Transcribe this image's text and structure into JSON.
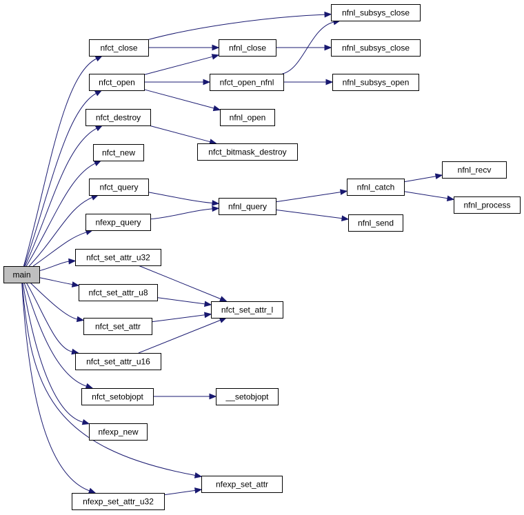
{
  "nodes": [
    {
      "id": "main",
      "label": "main"
    },
    {
      "id": "nfct_close",
      "label": "nfct_close"
    },
    {
      "id": "nfct_open",
      "label": "nfct_open"
    },
    {
      "id": "nfct_destroy",
      "label": "nfct_destroy"
    },
    {
      "id": "nfct_new",
      "label": "nfct_new"
    },
    {
      "id": "nfct_query",
      "label": "nfct_query"
    },
    {
      "id": "nfexp_query",
      "label": "nfexp_query"
    },
    {
      "id": "nfct_set_attr_u32",
      "label": "nfct_set_attr_u32"
    },
    {
      "id": "nfct_set_attr_u8",
      "label": "nfct_set_attr_u8"
    },
    {
      "id": "nfct_set_attr",
      "label": "nfct_set_attr"
    },
    {
      "id": "nfct_set_attr_u16",
      "label": "nfct_set_attr_u16"
    },
    {
      "id": "nfct_setobjopt",
      "label": "nfct_setobjopt"
    },
    {
      "id": "nfexp_new",
      "label": "nfexp_new"
    },
    {
      "id": "nfexp_set_attr_u32",
      "label": "nfexp_set_attr_u32"
    },
    {
      "id": "nfexp_set_attr",
      "label": "nfexp_set_attr"
    },
    {
      "id": "nfnl_close",
      "label": "nfnl_close"
    },
    {
      "id": "nfct_open_nfnl",
      "label": "nfct_open_nfnl"
    },
    {
      "id": "nfnl_open",
      "label": "nfnl_open"
    },
    {
      "id": "nfct_bitmask_destroy",
      "label": "nfct_bitmask_destroy"
    },
    {
      "id": "nfnl_query",
      "label": "nfnl_query"
    },
    {
      "id": "nfct_set_attr_l",
      "label": "nfct_set_attr_l"
    },
    {
      "id": "__setobjopt",
      "label": "__setobjopt"
    },
    {
      "id": "nfnl_subsys_close_a",
      "label": "nfnl_subsys_close"
    },
    {
      "id": "nfnl_subsys_close_b",
      "label": "nfnl_subsys_close"
    },
    {
      "id": "nfnl_subsys_open",
      "label": "nfnl_subsys_open"
    },
    {
      "id": "nfnl_catch",
      "label": "nfnl_catch"
    },
    {
      "id": "nfnl_send",
      "label": "nfnl_send"
    },
    {
      "id": "nfnl_recv",
      "label": "nfnl_recv"
    },
    {
      "id": "nfnl_process",
      "label": "nfnl_process"
    }
  ],
  "edges": [
    {
      "from": "main",
      "to": "nfct_close"
    },
    {
      "from": "main",
      "to": "nfct_open"
    },
    {
      "from": "main",
      "to": "nfct_destroy"
    },
    {
      "from": "main",
      "to": "nfct_new"
    },
    {
      "from": "main",
      "to": "nfct_query"
    },
    {
      "from": "main",
      "to": "nfexp_query"
    },
    {
      "from": "main",
      "to": "nfct_set_attr_u32"
    },
    {
      "from": "main",
      "to": "nfct_set_attr_u8"
    },
    {
      "from": "main",
      "to": "nfct_set_attr"
    },
    {
      "from": "main",
      "to": "nfct_set_attr_u16"
    },
    {
      "from": "main",
      "to": "nfct_setobjopt"
    },
    {
      "from": "main",
      "to": "nfexp_new"
    },
    {
      "from": "main",
      "to": "nfexp_set_attr"
    },
    {
      "from": "main",
      "to": "nfexp_set_attr_u32"
    },
    {
      "from": "nfct_close",
      "to": "nfnl_subsys_close_a"
    },
    {
      "from": "nfct_close",
      "to": "nfnl_close"
    },
    {
      "from": "nfct_open",
      "to": "nfnl_close"
    },
    {
      "from": "nfct_open",
      "to": "nfct_open_nfnl"
    },
    {
      "from": "nfct_open",
      "to": "nfnl_open"
    },
    {
      "from": "nfnl_close",
      "to": "nfnl_subsys_close_b"
    },
    {
      "from": "nfct_open_nfnl",
      "to": "nfnl_subsys_close_a"
    },
    {
      "from": "nfct_open_nfnl",
      "to": "nfnl_subsys_open"
    },
    {
      "from": "nfct_destroy",
      "to": "nfct_bitmask_destroy"
    },
    {
      "from": "nfct_query",
      "to": "nfnl_query"
    },
    {
      "from": "nfexp_query",
      "to": "nfnl_query"
    },
    {
      "from": "nfnl_query",
      "to": "nfnl_catch"
    },
    {
      "from": "nfnl_query",
      "to": "nfnl_send"
    },
    {
      "from": "nfnl_catch",
      "to": "nfnl_recv"
    },
    {
      "from": "nfnl_catch",
      "to": "nfnl_process"
    },
    {
      "from": "nfct_set_attr_u32",
      "to": "nfct_set_attr_l"
    },
    {
      "from": "nfct_set_attr_u8",
      "to": "nfct_set_attr_l"
    },
    {
      "from": "nfct_set_attr",
      "to": "nfct_set_attr_l"
    },
    {
      "from": "nfct_set_attr_u16",
      "to": "nfct_set_attr_l"
    },
    {
      "from": "nfct_setobjopt",
      "to": "__setobjopt"
    },
    {
      "from": "nfexp_set_attr_u32",
      "to": "nfexp_set_attr"
    }
  ],
  "colors": {
    "edge": "#191970",
    "root_fill": "#bfbfbf",
    "node_fill": "#ffffff",
    "node_stroke": "#000000"
  }
}
